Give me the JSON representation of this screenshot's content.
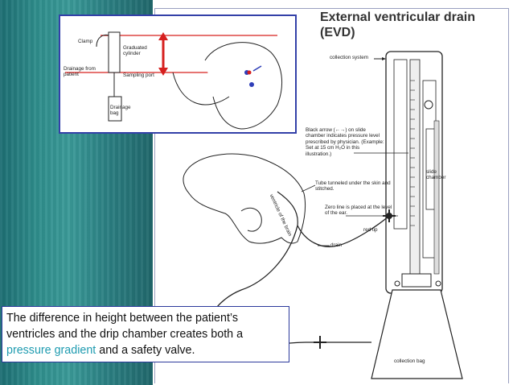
{
  "title": "External ventricular drain (EVD)",
  "inset_labels": {
    "clamp": "Clamp",
    "graduated": "Graduated cylinder",
    "drainage_from": "Drainage from patient",
    "sampling": "Sampling port",
    "drainage_bag": "Drainage bag"
  },
  "labels": {
    "collection_system": "collection system",
    "black_arrow": "Black arrow (←→) on slide chamber indicates pressure level prescribed by physician. (Example: Set at 15 cm H₂O in this illustration.)",
    "tube_tunneled": "Tube tunneled under the skin and stitched.",
    "zero_line": "Zero line is placed at the level of the ear.",
    "red_tip": "red tip",
    "drain": "drain",
    "ventricle": "ventricle of the brain",
    "slide_chamber": "slide chamber",
    "collection_bag": "collection bag"
  },
  "caption": {
    "before": "The difference in height between the patient’s ventricles and the drip chamber creates both a ",
    "highlight": "pressure gradient",
    "after": " and a safety valve."
  }
}
